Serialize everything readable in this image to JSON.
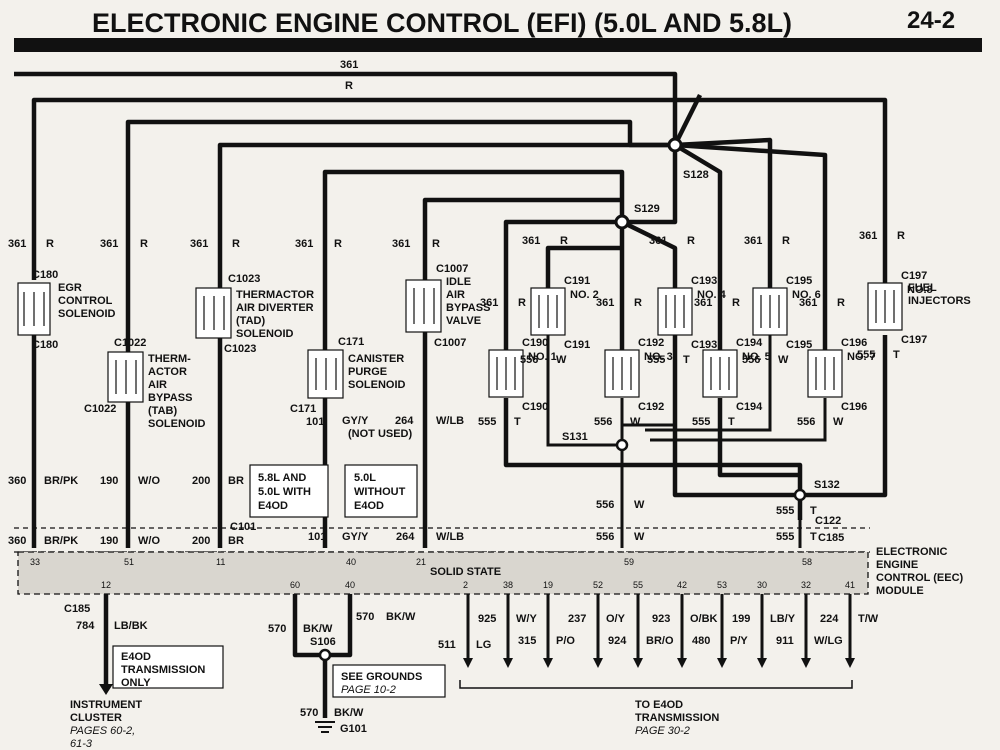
{
  "header": {
    "title": "ELECTRONIC ENGINE CONTROL (EFI) (5.0L AND 5.8L)",
    "page": "24-2"
  },
  "top_wire": {
    "circuit": "361",
    "color": "R"
  },
  "splices": {
    "s128": "S128",
    "s129": "S129",
    "s131": "S131",
    "s132": "S132"
  },
  "components": {
    "egr": {
      "lines": [
        "EGR",
        "CONTROL",
        "SOLENOID"
      ],
      "conn_top": "C180",
      "conn_bottom": "C180",
      "top_circuit": "361",
      "top_color": "R",
      "bot_circuit": "360",
      "bot_color": "BR/PK"
    },
    "tab": {
      "lines": [
        "THERM-",
        "ACTOR",
        "AIR",
        "BYPASS",
        "(TAB)",
        "SOLENOID"
      ],
      "conn_top": "C1022",
      "conn_bottom": "C1022",
      "top_circuit": "361",
      "top_color": "R",
      "bot_circuit": "190",
      "bot_color": "W/O"
    },
    "tad": {
      "lines": [
        "THERMACTOR",
        "AIR DIVERTER",
        "(TAD)",
        "SOLENOID"
      ],
      "conn_top": "C1023",
      "conn_bottom": "C1023",
      "top_circuit": "361",
      "top_color": "R",
      "bot_circuit": "200",
      "bot_color": "BR"
    },
    "canister": {
      "lines": [
        "CANISTER",
        "PURGE",
        "SOLENOID"
      ],
      "conn_top": "C171",
      "conn_bottom": "C171",
      "top_circuit": "361",
      "top_color": "R",
      "bot_circuit": "101",
      "bot_color": "GY/Y",
      "note": "(NOT USED)"
    },
    "iab": {
      "lines": [
        "IDLE",
        "AIR",
        "BYPASS",
        "VALVE"
      ],
      "conn_top": "C1007",
      "conn_bottom": "C1007",
      "top_circuit": "361",
      "top_color": "R",
      "bot_circuit": "264",
      "bot_color": "W/LB"
    },
    "fuel_injectors_label": [
      "FUEL",
      "INJECTORS"
    ]
  },
  "injectors": [
    {
      "no": "NO. 1",
      "conn": "C190",
      "top_circuit": "361",
      "top_color": "R",
      "bot_circuit": "555",
      "bot_color": "T"
    },
    {
      "no": "NO. 2",
      "conn": "C191",
      "top_circuit": "361",
      "top_color": "R",
      "bot_circuit": "556",
      "bot_color": "W"
    },
    {
      "no": "NO. 3",
      "conn": "C192",
      "top_circuit": "361",
      "top_color": "R",
      "bot_circuit": "556",
      "bot_color": "W"
    },
    {
      "no": "NO. 4",
      "conn": "C193",
      "top_circuit": "361",
      "top_color": "R",
      "bot_circuit": "555",
      "bot_color": "T"
    },
    {
      "no": "NO. 5",
      "conn": "C194",
      "top_circuit": "361",
      "top_color": "R",
      "bot_circuit": "555",
      "bot_color": "T"
    },
    {
      "no": "NO. 6",
      "conn": "C195",
      "top_circuit": "361",
      "top_color": "R",
      "bot_circuit": "556",
      "bot_color": "W"
    },
    {
      "no": "NO. 7",
      "conn": "C196",
      "top_circuit": "361",
      "top_color": "R",
      "bot_circuit": "556",
      "bot_color": "W"
    },
    {
      "no": "NO.8",
      "conn": "C197",
      "top_circuit": "361",
      "top_color": "R",
      "bot_circuit": "555",
      "bot_color": "T"
    }
  ],
  "variant_boxes": {
    "a": [
      "5.8L AND",
      "5.0L WITH",
      "E4OD"
    ],
    "b": [
      "5.0L",
      "WITHOUT",
      "E4OD"
    ]
  },
  "harness": {
    "c101": "C101",
    "c122": "C122",
    "c185": "C185",
    "wires": [
      {
        "circuit": "360",
        "color": "BR/PK"
      },
      {
        "circuit": "190",
        "color": "W/O"
      },
      {
        "circuit": "200",
        "color": "BR"
      },
      {
        "circuit": "101",
        "color": "GY/Y"
      },
      {
        "circuit": "264",
        "color": "W/LB"
      },
      {
        "circuit": "556",
        "color": "W"
      },
      {
        "circuit": "555",
        "color": "T"
      }
    ]
  },
  "module": {
    "label": "SOLID STATE",
    "name": [
      "ELECTRONIC",
      "ENGINE",
      "CONTROL (EEC)",
      "MODULE"
    ],
    "pins_top": [
      "33",
      "51",
      "11",
      "40",
      "21",
      "59",
      "58"
    ],
    "pins_bottom": [
      "12",
      "60",
      "40",
      "2",
      "38",
      "19",
      "52",
      "55",
      "42",
      "53",
      "30",
      "32",
      "41"
    ]
  },
  "outputs": [
    {
      "circuit": "925",
      "color": "W/Y"
    },
    {
      "circuit": "511",
      "color": "LG"
    },
    {
      "circuit": "315",
      "color": "P/O"
    },
    {
      "circuit": "237",
      "color": "O/Y"
    },
    {
      "circuit": "924",
      "color": "BR/O"
    },
    {
      "circuit": "923",
      "color": "O/BK"
    },
    {
      "circuit": "480",
      "color": "P/Y"
    },
    {
      "circuit": "199",
      "color": "LB/Y"
    },
    {
      "circuit": "911",
      "color": "W/LG"
    },
    {
      "circuit": "224",
      "color": "T/W"
    }
  ],
  "left_output": {
    "conn": "C185",
    "circuit": "784",
    "color": "LB/BK",
    "box": [
      "E4OD",
      "TRANSMISSION",
      "ONLY"
    ],
    "dest": [
      "INSTRUMENT",
      "CLUSTER"
    ],
    "pages": [
      "PAGES 60-2,",
      "61-3"
    ]
  },
  "ground": {
    "c1": "570",
    "c1_color": "BK/W",
    "c2": "570",
    "c2_color": "BK/W",
    "splice": "S106",
    "see": "SEE GROUNDS",
    "see_page": "PAGE 10-2",
    "c3": "570",
    "c3_color": "BK/W",
    "ground": "G101"
  },
  "to_trans": {
    "label": "TO E4OD",
    "label2": "TRANSMISSION",
    "page": "PAGE 30-2"
  }
}
